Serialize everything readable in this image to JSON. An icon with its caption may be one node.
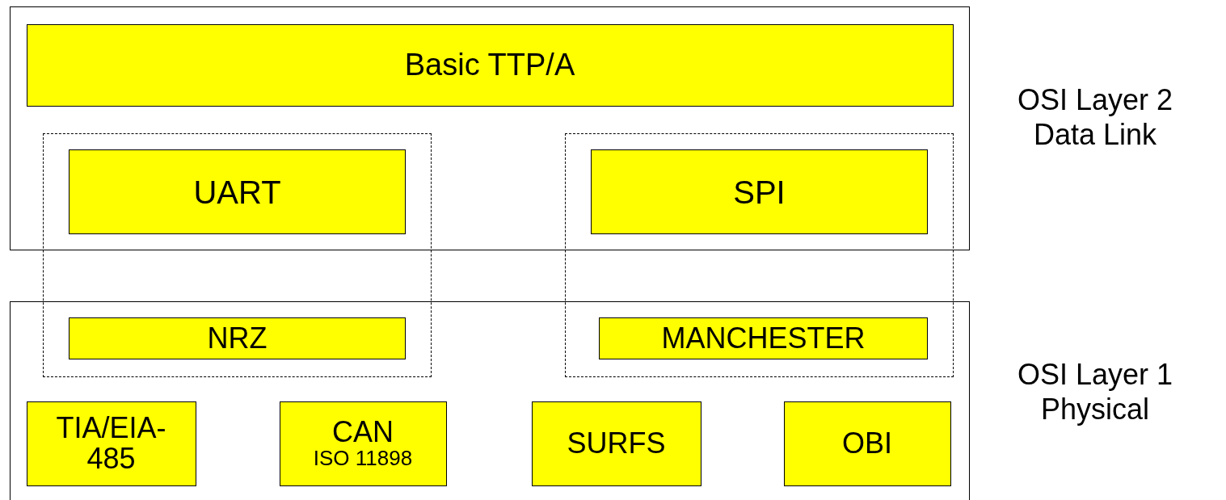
{
  "diagram": {
    "nodes": [
      {
        "text": [],
        "shape": "box"
      },
      {
        "text": [
          "Basic TTP/A"
        ],
        "in": 0
      },
      {
        "text": [],
        "shape": "box"
      },
      {
        "text": [
          "UART"
        ]
      },
      {
        "text": [
          "NRZ"
        ]
      },
      {
        "text": [],
        "shape": "box"
      },
      {
        "text": [
          "SPI"
        ]
      },
      {
        "text": [
          "MANCHESTER"
        ]
      },
      {
        "text": [],
        "shape": "box"
      },
      {
        "text": [
          "TIA/EIA-485"
        ],
        "in": 8
      },
      {
        "text": [
          "CAN",
          "ISO 11898"
        ],
        "in": 8
      },
      {
        "text": [
          "SURFS"
        ],
        "in": 8
      },
      {
        "text": [
          "OBI"
        ],
        "in": 8
      }
    ],
    "labels": [
      "OSI Layer 2 Data Link",
      "OSI Layer 1 Physical"
    ]
  }
}
